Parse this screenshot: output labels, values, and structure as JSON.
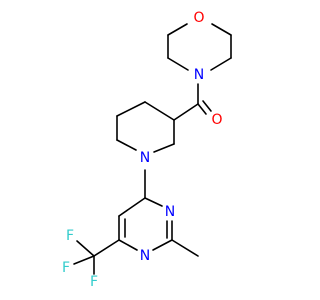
{
  "molecule": {
    "colors": {
      "bond": "#000000",
      "oxygen": "#ff0000",
      "nitrogen": "#0000ff",
      "fluorine": "#33cccc"
    },
    "atoms": {
      "morpholine_o": "O",
      "morpholine_n": "N",
      "carbonyl_o": "O",
      "piperidine_n": "N",
      "pyrimidine_n1": "N",
      "pyrimidine_n3": "N",
      "fluorine_1": "F",
      "fluorine_2": "F",
      "fluorine_3": "F"
    }
  }
}
